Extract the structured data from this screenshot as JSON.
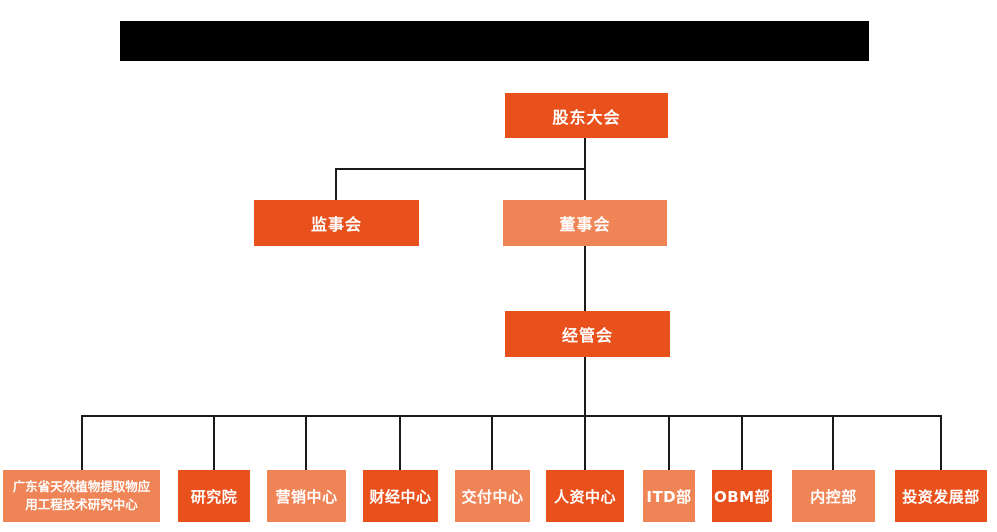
{
  "colors": {
    "primary": "#E8501C",
    "secondary": "#EF8456",
    "line": "#1A1A1A",
    "node_text": "#FFFFFF",
    "redaction": "#000000",
    "background": "#FFFFFF"
  },
  "org_chart": {
    "type": "org-hierarchy-diagram",
    "root": {
      "label": "股东大会",
      "variant": "primary"
    },
    "level2": [
      {
        "label": "监事会",
        "variant": "primary"
      },
      {
        "label": "董事会",
        "variant": "secondary"
      }
    ],
    "level3": {
      "label": "经管会",
      "variant": "primary"
    },
    "departments": [
      {
        "label": "广东省天然植物提取物应用工程技术研究中心",
        "variant": "secondary"
      },
      {
        "label": "研究院",
        "variant": "primary"
      },
      {
        "label": "营销中心",
        "variant": "secondary"
      },
      {
        "label": "财经中心",
        "variant": "primary"
      },
      {
        "label": "交付中心",
        "variant": "secondary"
      },
      {
        "label": "人资中心",
        "variant": "primary"
      },
      {
        "label": "ITD部",
        "variant": "secondary"
      },
      {
        "label": "OBM部",
        "variant": "primary"
      },
      {
        "label": "内控部",
        "variant": "secondary"
      },
      {
        "label": "投资发展部",
        "variant": "primary"
      }
    ]
  }
}
